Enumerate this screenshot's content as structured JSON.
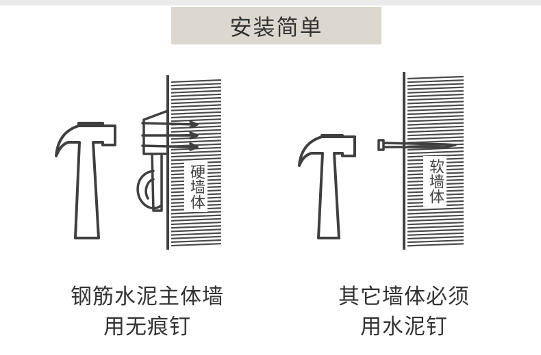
{
  "title": "安装简单",
  "left_panel": {
    "wall_label": "硬墙体",
    "caption_line1": "钢筋水泥主体墙",
    "caption_line2": "用无痕钉"
  },
  "right_panel": {
    "wall_label": "软墙体",
    "caption_line1": "其它墙体必须",
    "caption_line2": "用水泥钉"
  },
  "colors": {
    "line": "#3f3f3f",
    "banner": "#dcd8cf"
  },
  "icons": {
    "left": [
      "hammer-icon",
      "hook-icon",
      "wall-icon"
    ],
    "right": [
      "hammer-icon",
      "nail-icon",
      "wall-icon"
    ]
  }
}
